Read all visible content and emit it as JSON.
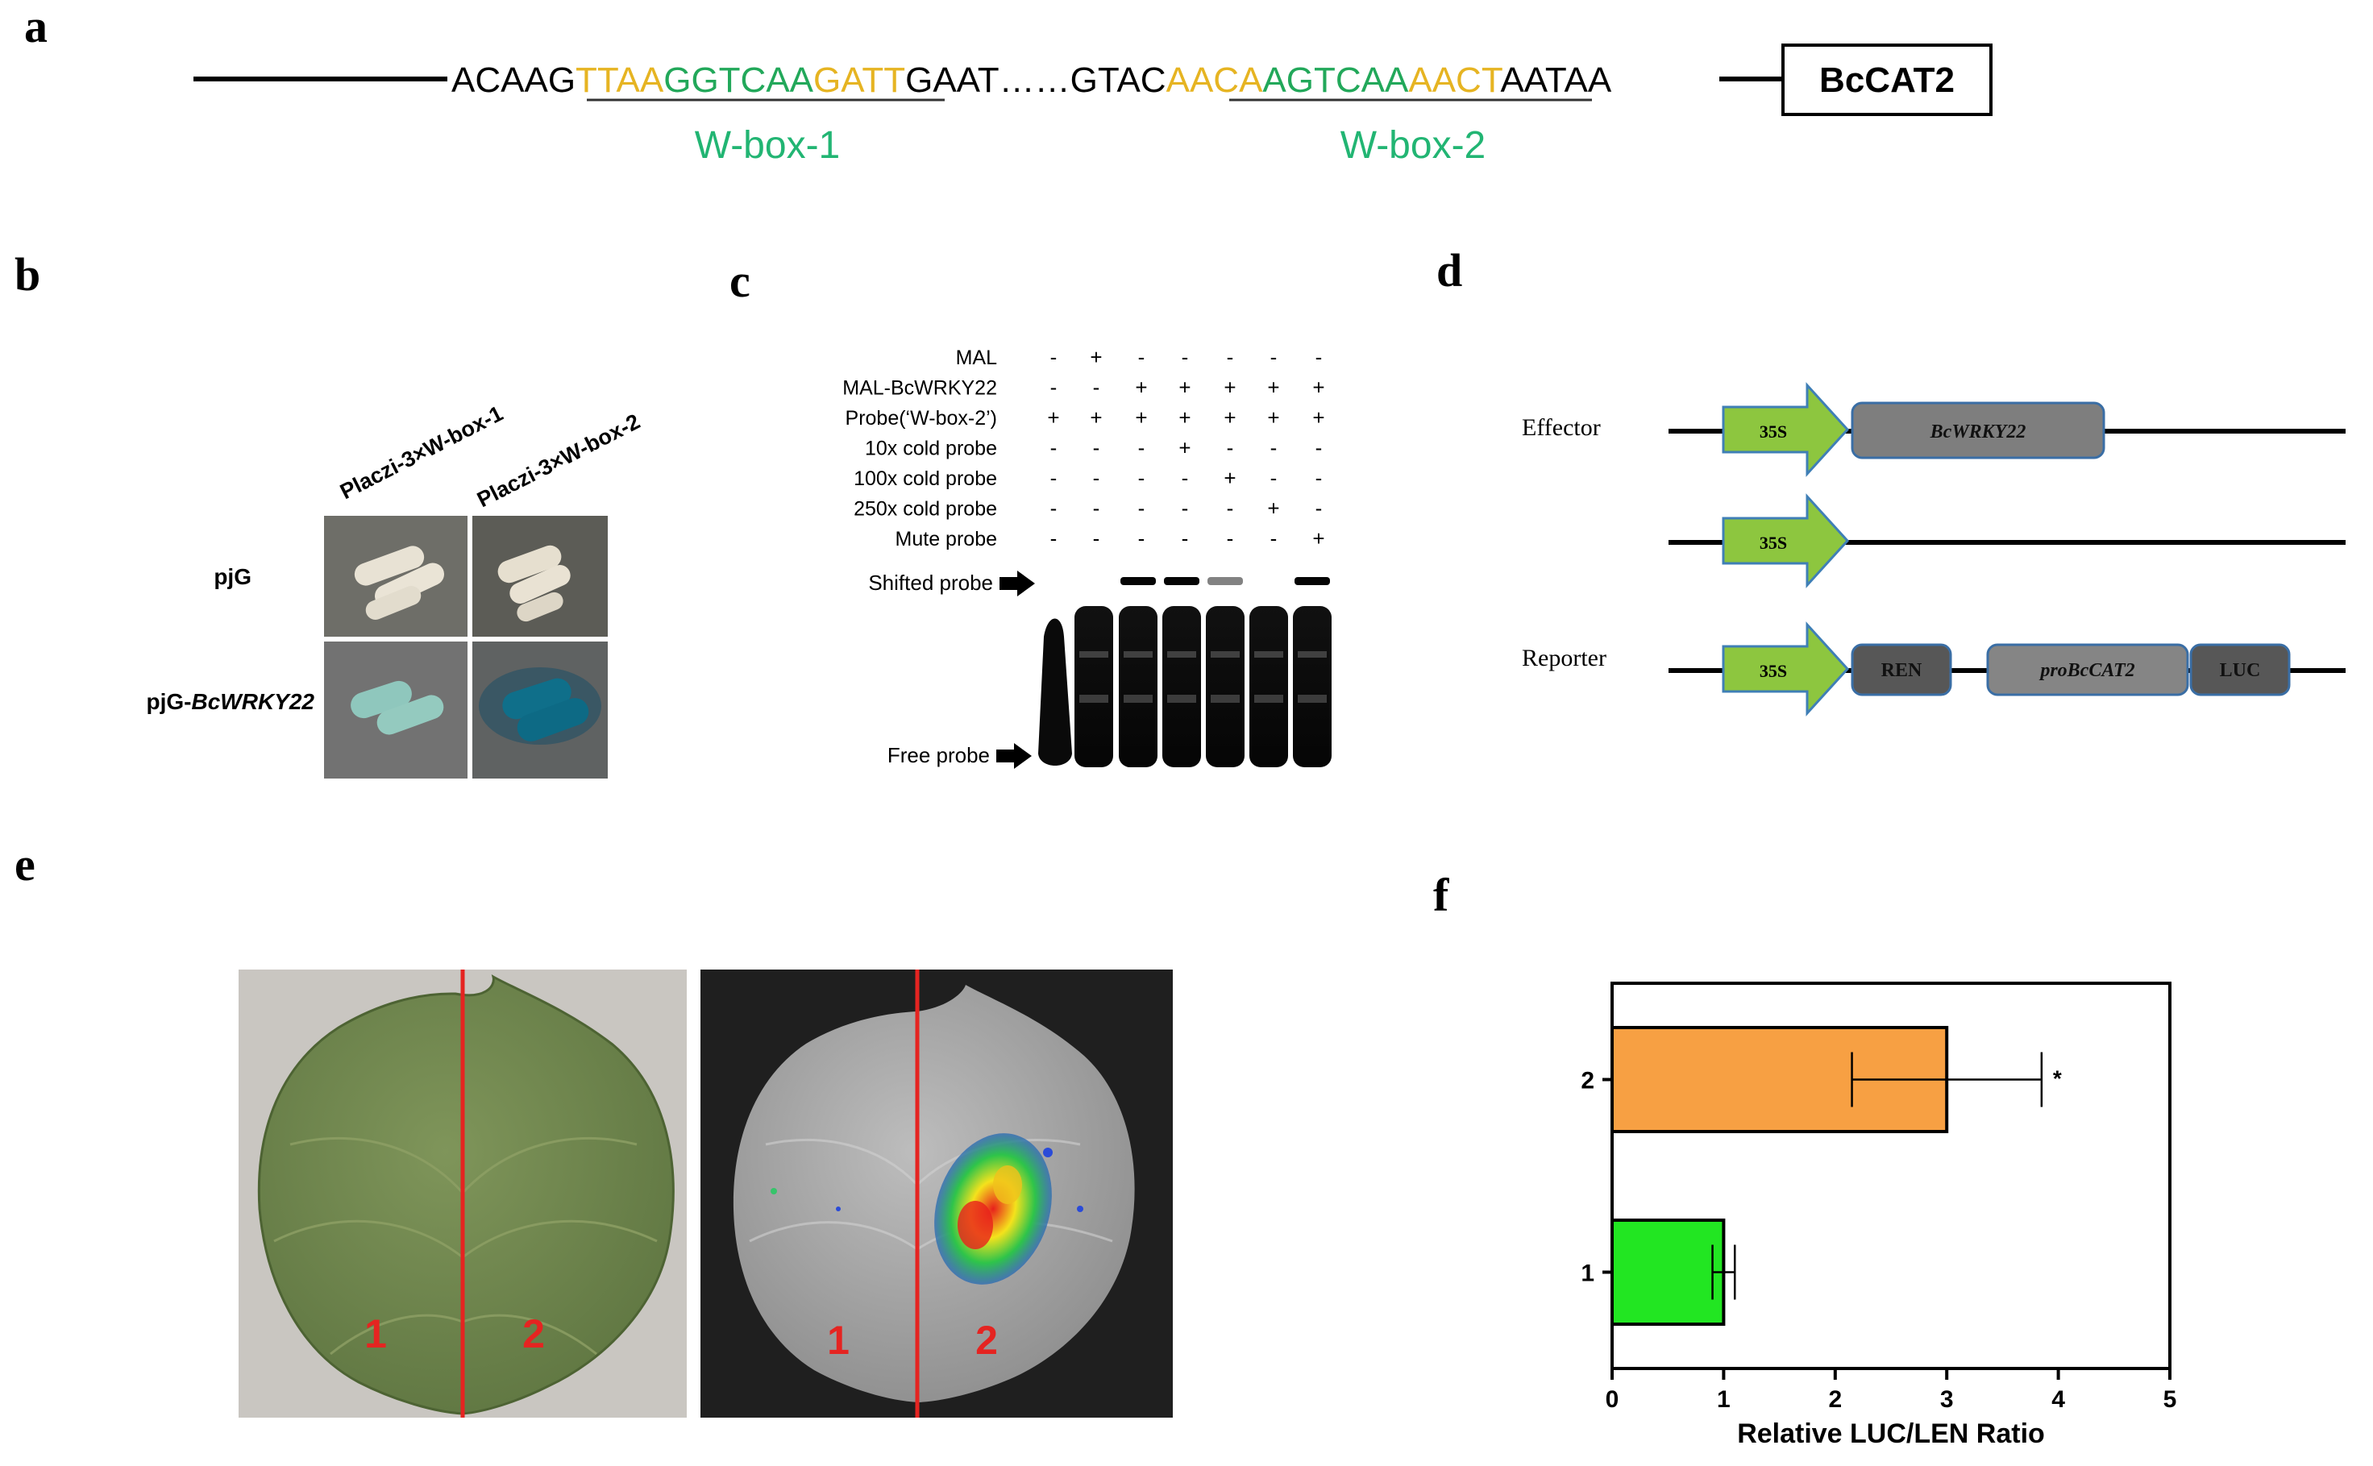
{
  "panel_labels": {
    "a": "a",
    "b": "b",
    "c": "c",
    "d": "d",
    "e": "e",
    "f": "f"
  },
  "panel_a": {
    "seq_left": "ACAAG",
    "wbox1_parts": [
      {
        "text": "TTAA",
        "color": "#E6B422"
      },
      {
        "text": "GGTCAA",
        "color": "#22A85A"
      },
      {
        "text": "GATT",
        "color": "#E6B422"
      }
    ],
    "seq_mid1": "GAAT",
    "seq_dots": "……",
    "seq_mid2": "GTAC",
    "wbox2_parts": [
      {
        "text": "AACA",
        "color": "#E6B422"
      },
      {
        "text": "AGTCAA",
        "color": "#22A85A"
      },
      {
        "text": "AACT",
        "color": "#E6B422"
      }
    ],
    "seq_right": "AATAA",
    "gene_box": "BcCAT2",
    "wbox1_label": "W-box-1",
    "wbox2_label": "W-box-2",
    "label_color": "#22B573"
  },
  "panel_b": {
    "col1": "Placzi-3×W-box-1",
    "col2": "Placzi-3×W-box-2",
    "row1": "pjG",
    "row2_prefix": "pjG-",
    "row2_gene": "BcWRKY22"
  },
  "panel_c": {
    "rows": [
      {
        "label": "MAL",
        "signs": [
          "-",
          "+",
          "-",
          "-",
          "-",
          "-",
          "-"
        ]
      },
      {
        "label": "MAL-BcWRKY22",
        "signs": [
          "-",
          "-",
          "+",
          "+",
          "+",
          "+",
          "+"
        ]
      },
      {
        "label": "Probe(‘W-box-2’)",
        "signs": [
          "+",
          "+",
          "+",
          "+",
          "+",
          "+",
          "+"
        ]
      },
      {
        "label": "10x  cold probe",
        "signs": [
          "-",
          "-",
          "-",
          "+",
          "-",
          "-",
          "-"
        ]
      },
      {
        "label": "100x cold probe",
        "signs": [
          "-",
          "-",
          "-",
          "-",
          "+",
          "-",
          "-"
        ]
      },
      {
        "label": "250x cold probe",
        "signs": [
          "-",
          "-",
          "-",
          "-",
          "-",
          "+",
          "-"
        ]
      },
      {
        "label": "Mute probe",
        "signs": [
          "-",
          "-",
          "-",
          "-",
          "-",
          "-",
          "+"
        ]
      }
    ],
    "shifted_label": "Shifted  probe",
    "free_label": "Free probe"
  },
  "panel_d": {
    "effector_label": "Effector",
    "reporter_label": "Reporter",
    "promoter": "35S",
    "effector_gene": "BcWRKY22",
    "ren": "REN",
    "pro": "proBcCAT2",
    "luc": "LUC",
    "arrow_color": "#8DC63F"
  },
  "panel_e": {
    "left_marks": [
      "1",
      "2"
    ],
    "right_marks": [
      "1",
      "2"
    ]
  },
  "chart_data": {
    "type": "bar",
    "orientation": "horizontal",
    "categories": [
      "1",
      "2"
    ],
    "values": [
      1.0,
      3.0
    ],
    "errors": [
      0.1,
      0.85
    ],
    "colors": [
      "#22E622",
      "#F7A043"
    ],
    "significance": [
      "",
      "*"
    ],
    "xlabel": "Relative LUC/LEN Ratio",
    "xlim": [
      0,
      5
    ],
    "xticks": [
      "0",
      "1",
      "2",
      "3",
      "4",
      "5"
    ],
    "grid": false
  }
}
